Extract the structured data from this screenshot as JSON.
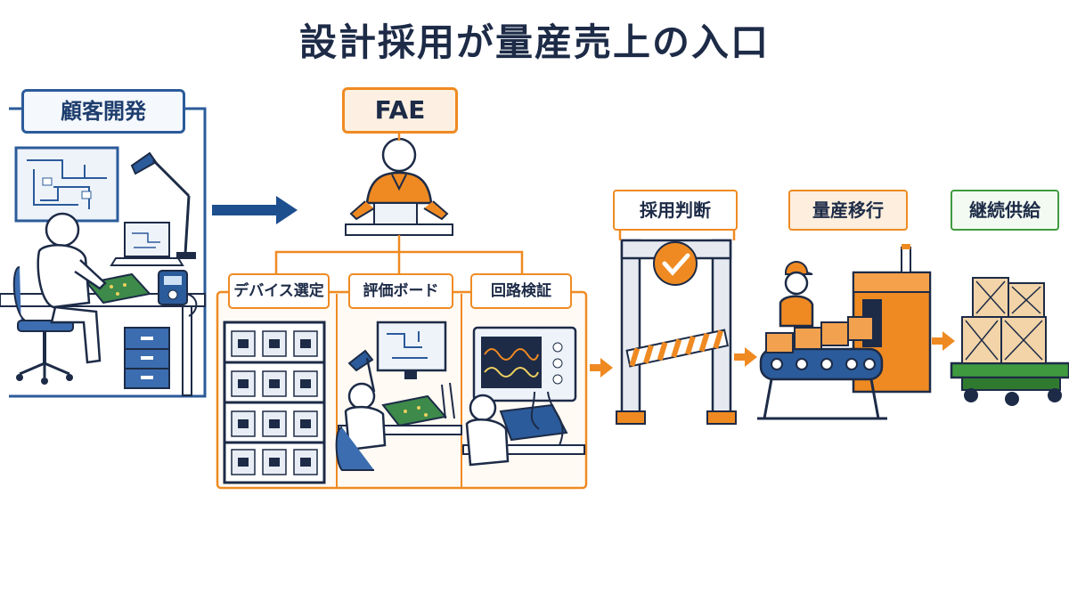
{
  "title": "設計採用が量産売上の入口",
  "customer": {
    "label": "顧客開発"
  },
  "fae": {
    "label": "FAE",
    "tasks": [
      "デバイス選定",
      "評価ボード",
      "回路検証"
    ]
  },
  "stages": [
    "採用判断",
    "量産移行",
    "継続供給"
  ],
  "colors": {
    "navy": "#1d3d6e",
    "blue": "#2b5b9a",
    "orange": "#ef8a22",
    "green": "#3f9a3f"
  }
}
